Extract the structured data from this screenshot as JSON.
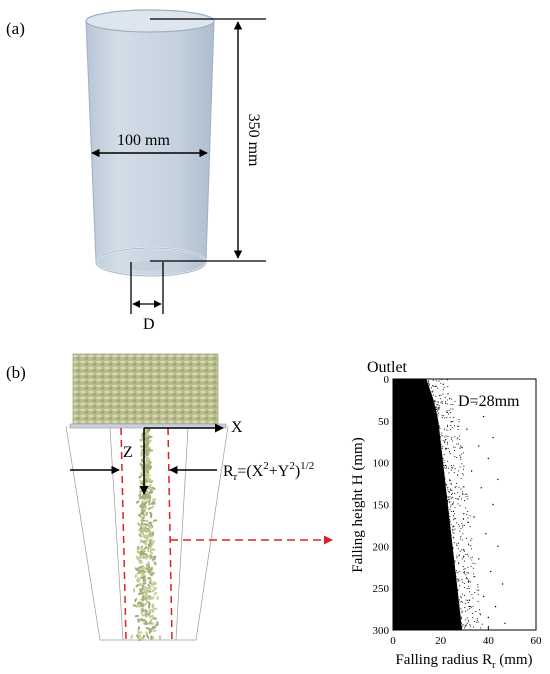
{
  "panel_a": {
    "label": "(a)",
    "width_label": "100 mm",
    "height_label": "350 mm",
    "outlet_label": "D"
  },
  "panel_b": {
    "label": "(b)",
    "axis_x": "X",
    "axis_z": "Z",
    "radius_formula": "R",
    "radius_formula_sub": "r",
    "radius_formula_rest_1": "=(X",
    "radius_formula_sup_1": "2",
    "radius_formula_rest_2": "+Y",
    "radius_formula_sup_2": "2",
    "radius_formula_rest_3": ")",
    "radius_formula_sup_3": "1/2"
  },
  "chart_data": {
    "type": "scatter",
    "title": "Outlet",
    "annotation": "D=28mm",
    "xlabel": "Falling radius R",
    "xlabel_sub": "r",
    "xlabel_unit": " (mm)",
    "ylabel": "Falling height H (mm)",
    "xlim": [
      0,
      60
    ],
    "ylim": [
      0,
      300
    ],
    "y_inverted": true,
    "xticks": [
      0,
      20,
      40,
      60
    ],
    "yticks": [
      0,
      50,
      100,
      150,
      200,
      250,
      300
    ],
    "grid": false,
    "envelope": [
      {
        "H": 0,
        "R": 14
      },
      {
        "H": 25,
        "R": 17
      },
      {
        "H": 50,
        "R": 19
      },
      {
        "H": 100,
        "R": 21
      },
      {
        "H": 150,
        "R": 23
      },
      {
        "H": 200,
        "R": 25
      },
      {
        "H": 250,
        "R": 27
      },
      {
        "H": 300,
        "R": 29
      }
    ],
    "sparse_points": [
      {
        "H": 30,
        "R": 35
      },
      {
        "H": 45,
        "R": 38
      },
      {
        "H": 60,
        "R": 31
      },
      {
        "H": 80,
        "R": 36
      },
      {
        "H": 95,
        "R": 40
      },
      {
        "H": 110,
        "R": 33
      },
      {
        "H": 130,
        "R": 37
      },
      {
        "H": 150,
        "R": 42
      },
      {
        "H": 165,
        "R": 34
      },
      {
        "H": 185,
        "R": 39
      },
      {
        "H": 200,
        "R": 44
      },
      {
        "H": 215,
        "R": 36
      },
      {
        "H": 230,
        "R": 41
      },
      {
        "H": 245,
        "R": 46
      },
      {
        "H": 260,
        "R": 38
      },
      {
        "H": 272,
        "R": 43
      },
      {
        "H": 285,
        "R": 40
      },
      {
        "H": 292,
        "R": 47
      },
      {
        "H": 120,
        "R": 44
      },
      {
        "H": 70,
        "R": 42
      }
    ]
  }
}
